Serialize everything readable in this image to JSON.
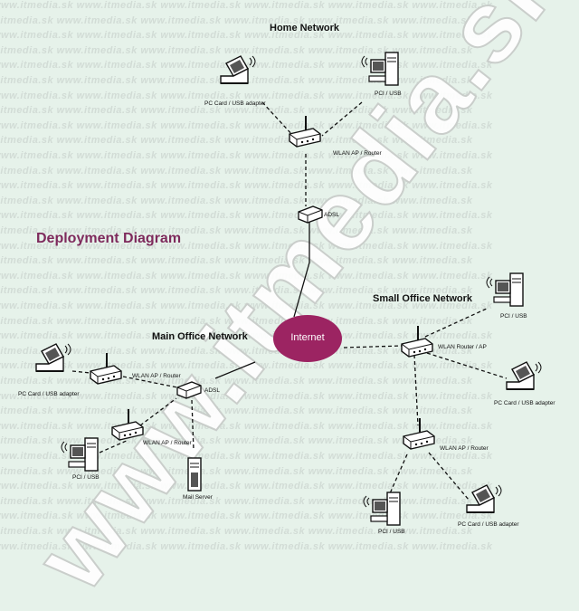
{
  "watermark": {
    "row_text": "www.itmedia.sk www.itmedia.sk www.itmedia.sk www.itmedia.sk www.itmedia.sk www.itmedia.sk",
    "big_text": "www.itmedia.sk"
  },
  "title": "Deployment Diagram",
  "headings": {
    "home": "Home Network",
    "small_office": "Small Office Network",
    "main_office": "Main Office Network"
  },
  "internet": "Internet",
  "labels": {
    "home_laptop": "PC Card / USB adapter",
    "home_pc": "PCI / USB",
    "home_router": "WLAN AP / Router",
    "home_adsl": "ADSL",
    "small_pc_top": "PCI / USB",
    "small_router": "WLAN Router / AP",
    "small_laptop_right": "PC Card / USB adapter",
    "small_ap": "WLAN AP / Router",
    "small_pc_bottom": "PCI / USB",
    "small_laptop_bottom": "PC Card / USB adapter",
    "main_laptop": "PC Card / USB adapter",
    "main_ap1": "WLAN AP / Router",
    "main_adsl": "ADSL",
    "main_ap2": "WLAN AP / Router",
    "main_pc": "PCI / USB",
    "mail_server": "Mail Server"
  },
  "colors": {
    "background": "#e6f2ea",
    "title": "#7e2a5c",
    "internet": "#9c2462"
  }
}
